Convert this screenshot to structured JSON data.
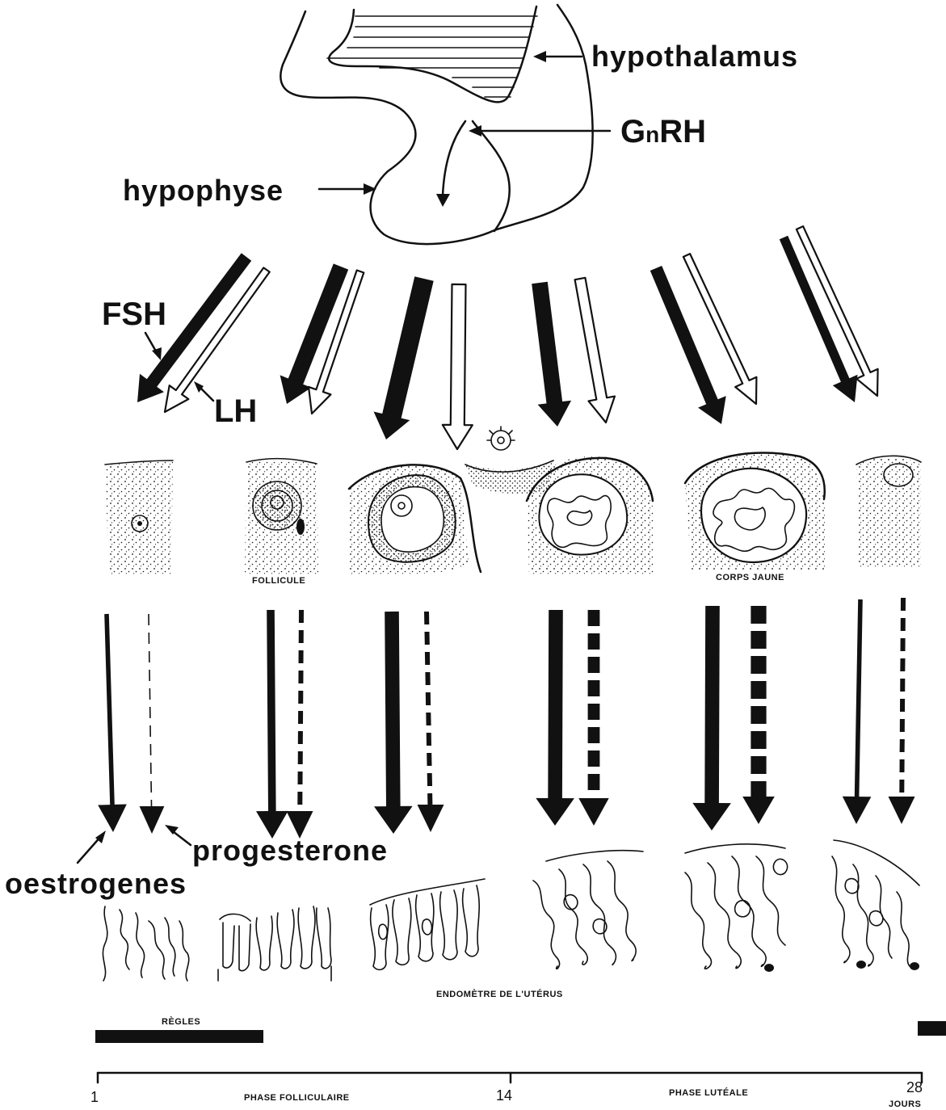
{
  "labels": {
    "hypothalamus": "hypothalamus",
    "gnrh_g": "G",
    "gnrh_n": "n",
    "gnrh_rh": "RH",
    "hypophyse": "hypophyse",
    "fsh": "FSH",
    "lh": "LH",
    "follicule": "FOLLICULE",
    "corps_jaune": "CORPS JAUNE",
    "oestrogenes": "oestrogenes",
    "progesterone": "progesterone",
    "endometre": "ENDOMÈTRE DE L'UTÉRUS",
    "regles": "RÈGLES",
    "phase_folliculaire": "PHASE FOLLICULAIRE",
    "phase_luteale": "PHASE LUTÉALE",
    "jours": "JOURS"
  },
  "timeline": {
    "start": "1",
    "mid": "14",
    "end": "28"
  },
  "colors": {
    "ink": "#111111",
    "paper": "#ffffff"
  },
  "hormone_levels": {
    "fsh": [
      3,
      4,
      5,
      4,
      3,
      2
    ],
    "lh": [
      1,
      1,
      3,
      2,
      1,
      1
    ],
    "oestrogenes": [
      1,
      2,
      4,
      4,
      4,
      1
    ],
    "progesterone": [
      0,
      1,
      1,
      3,
      4,
      1
    ]
  }
}
